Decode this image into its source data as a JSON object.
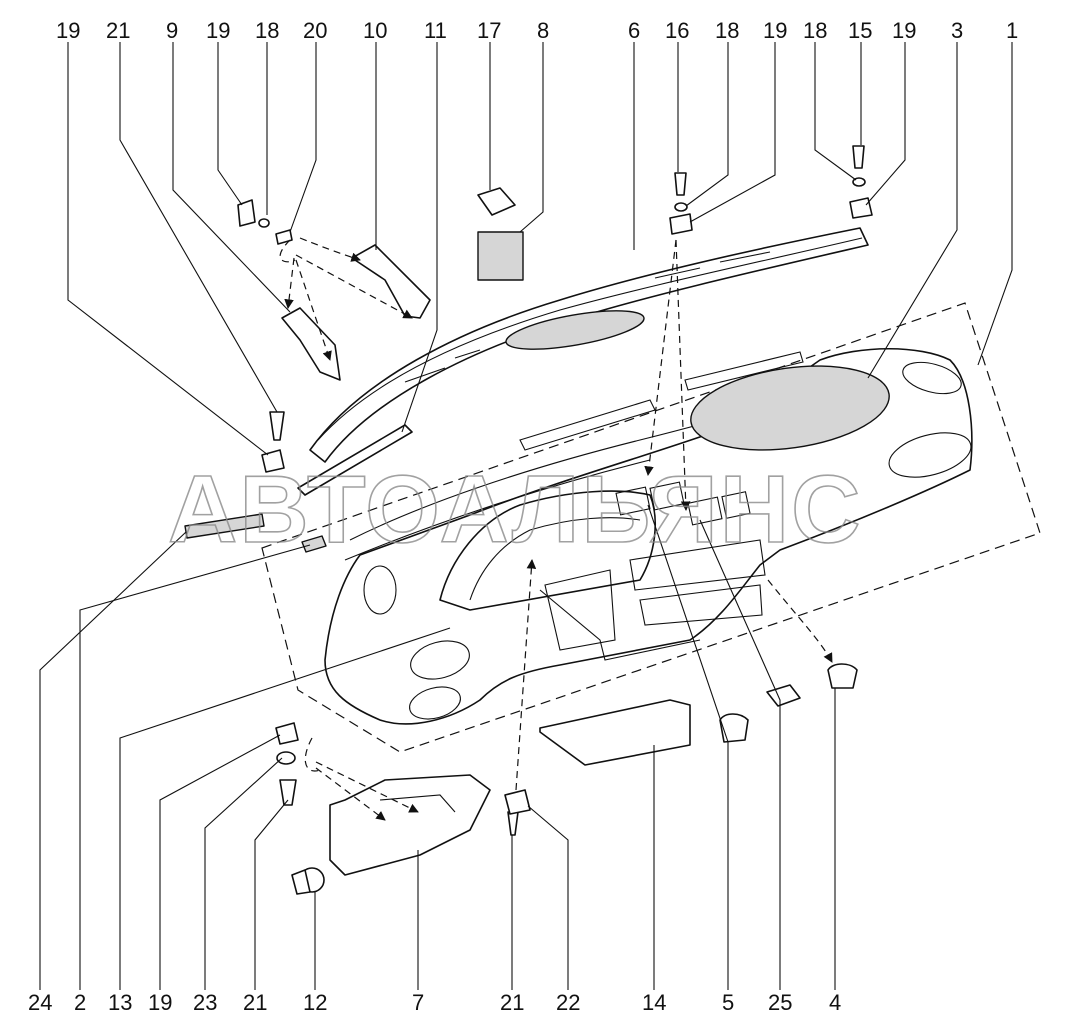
{
  "watermark": "АВТОАЛЬЯНС",
  "labels_top": [
    "19",
    "21",
    "9",
    "19",
    "18",
    "20",
    "10",
    "11",
    "17",
    "8",
    "6",
    "16",
    "18",
    "19",
    "18",
    "15",
    "19",
    "3",
    "1"
  ],
  "labels_bottom": [
    "24",
    "2",
    "13",
    "19",
    "23",
    "21",
    "12",
    "7",
    "21",
    "22",
    "14",
    "5",
    "25",
    "4"
  ]
}
